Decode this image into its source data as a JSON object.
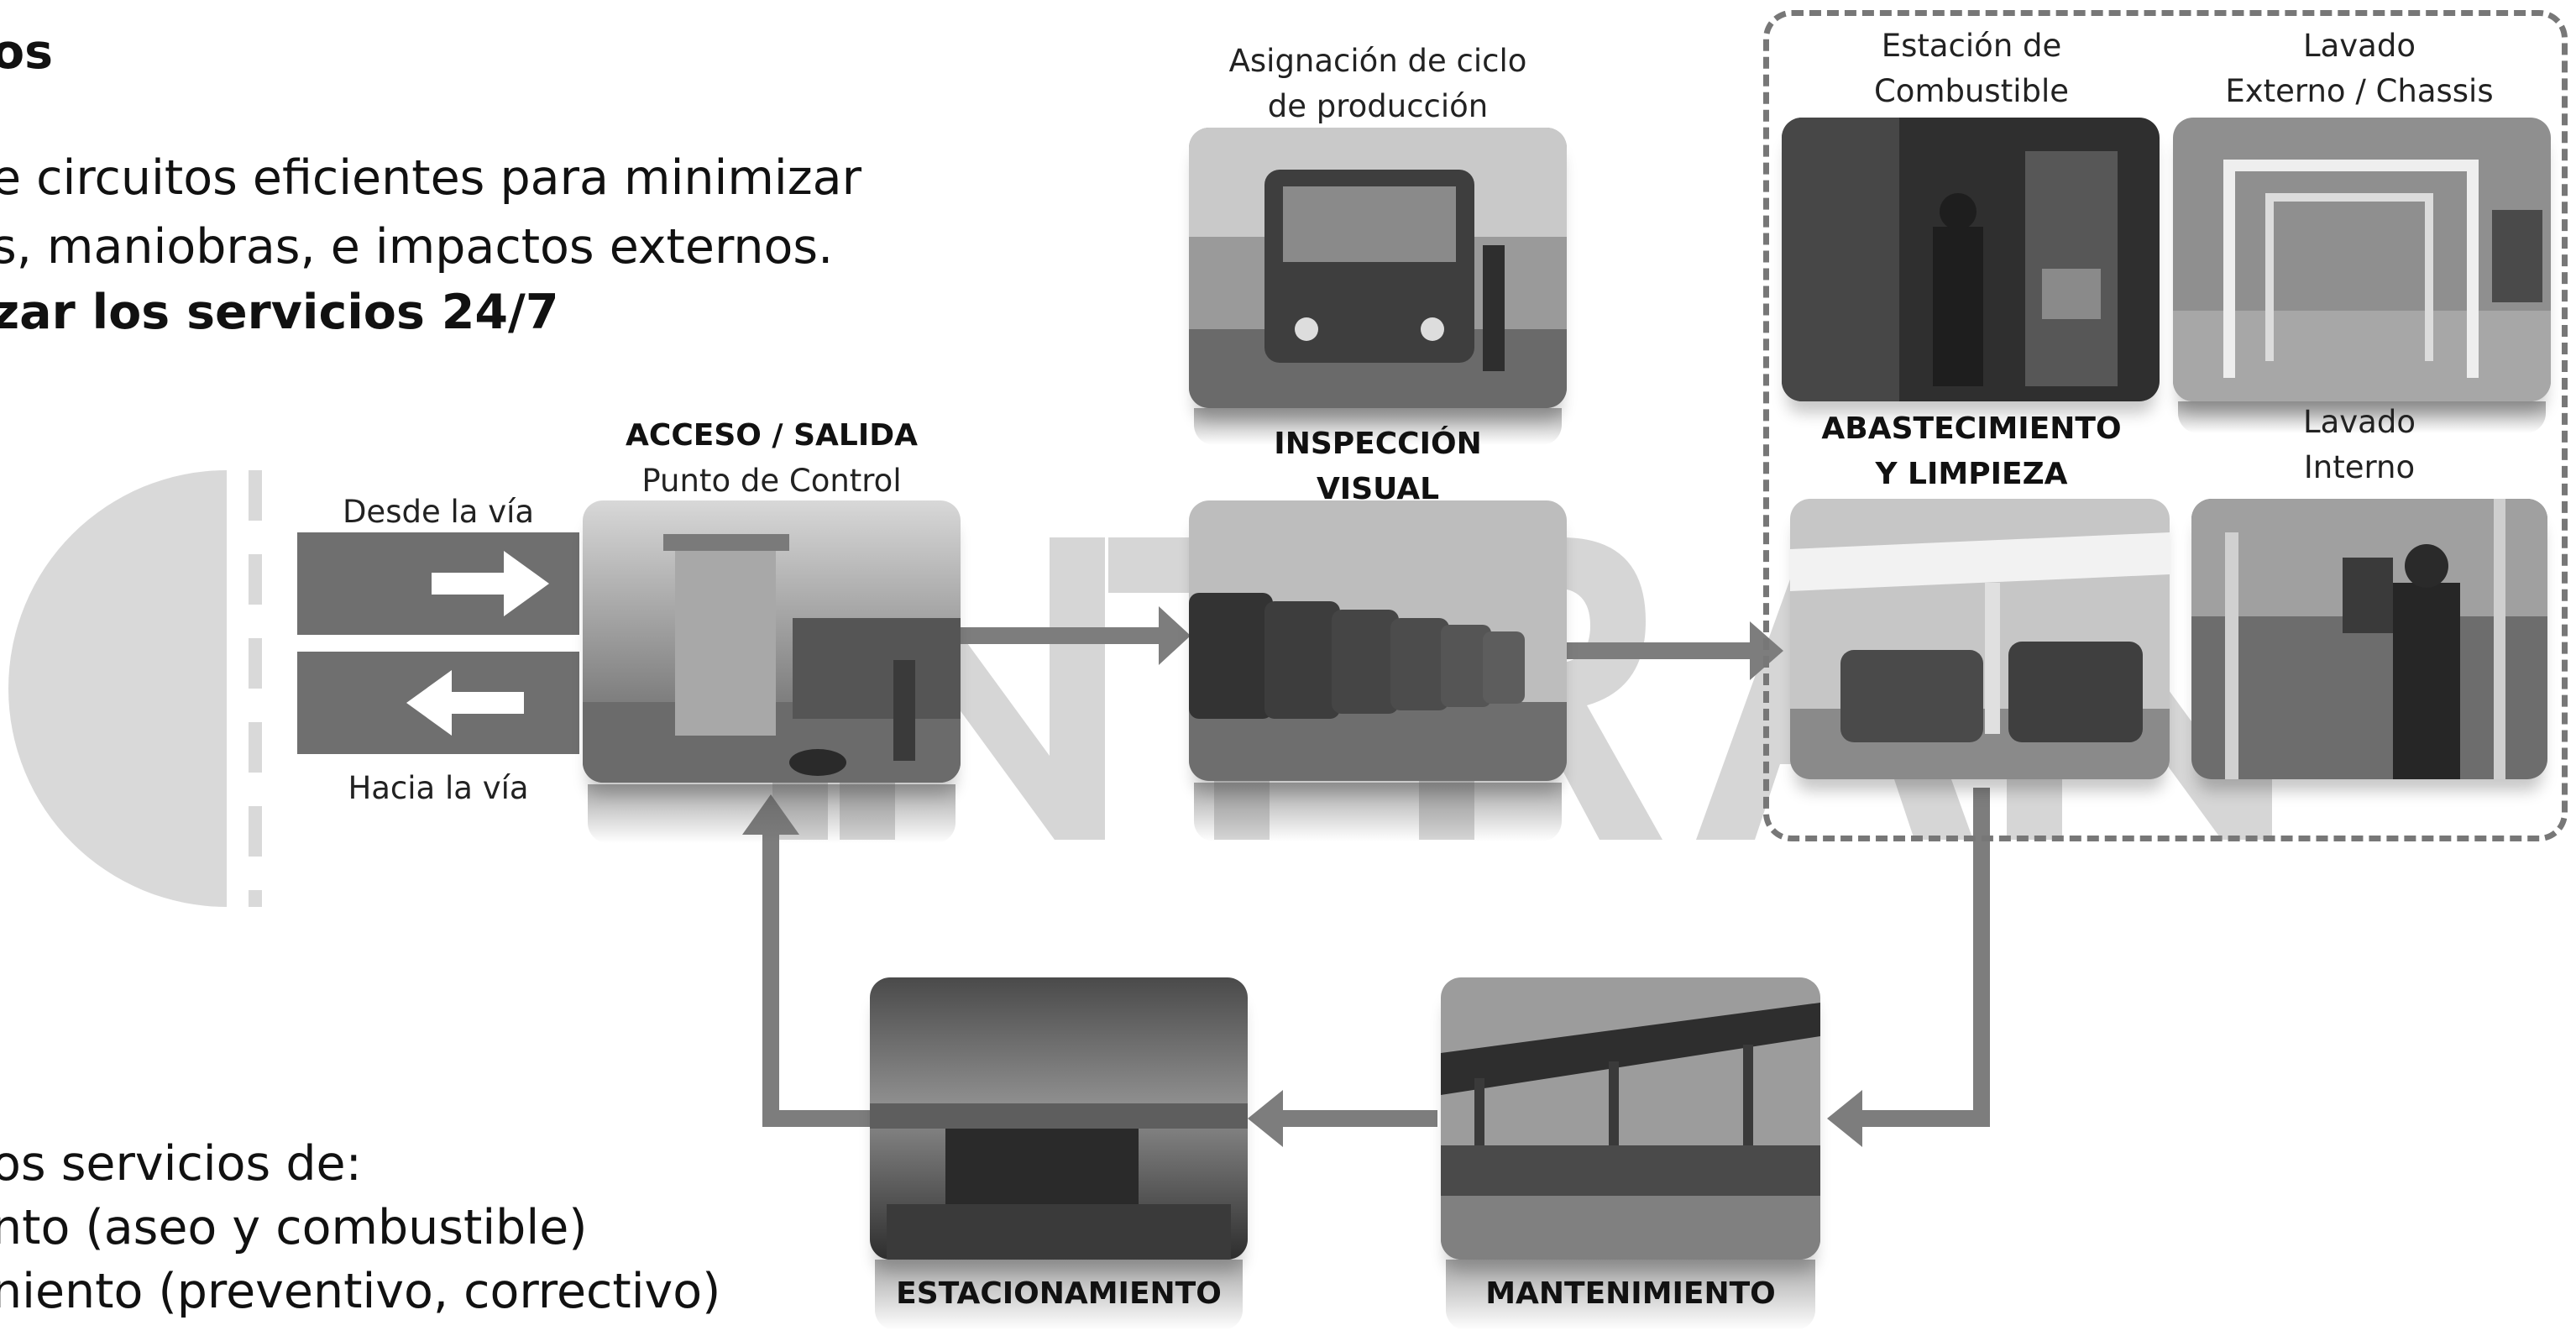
{
  "intro": {
    "heading_fragment": "os",
    "line1": "e circuitos eficientes para minimizar",
    "line2": "s, maniobras, e impactos externos.",
    "line3_bold": "zar los servicios 24/7"
  },
  "services": {
    "line1": "os servicios de:",
    "line2": "nto (aseo y combustible)",
    "line3": "niento (preventivo, correctivo)"
  },
  "road": {
    "from_label": "Desde la vía",
    "to_label": "Hacia la vía"
  },
  "nodes": {
    "acceso": {
      "title": "ACCESO / SALIDA",
      "subtitle": "Punto de  Control"
    },
    "inspeccion": {
      "caption_line1": "Asignación de ciclo",
      "caption_line2": "de producción",
      "title_line1": "INSPECCIÓN",
      "title_line2": "VISUAL"
    },
    "combustible": {
      "caption_line1": "Estación de",
      "caption_line2": "Combustible"
    },
    "lavado_externo": {
      "caption_line1": "Lavado",
      "caption_line2": "Externo / Chassis"
    },
    "abastecimiento": {
      "title_line1": "ABASTECIMIENTO",
      "title_line2": "Y LIMPIEZA"
    },
    "lavado_interno": {
      "caption_line1": "Lavado",
      "caption_line2": "Interno"
    },
    "mantenimiento": {
      "title": "MANTENIMIENTO"
    },
    "estacionamiento": {
      "title": "ESTACIONAMIENTO"
    }
  },
  "colors": {
    "arrow": "#7d7d7d",
    "watermark": "#d4d4d4",
    "dashed_border": "#777777"
  }
}
